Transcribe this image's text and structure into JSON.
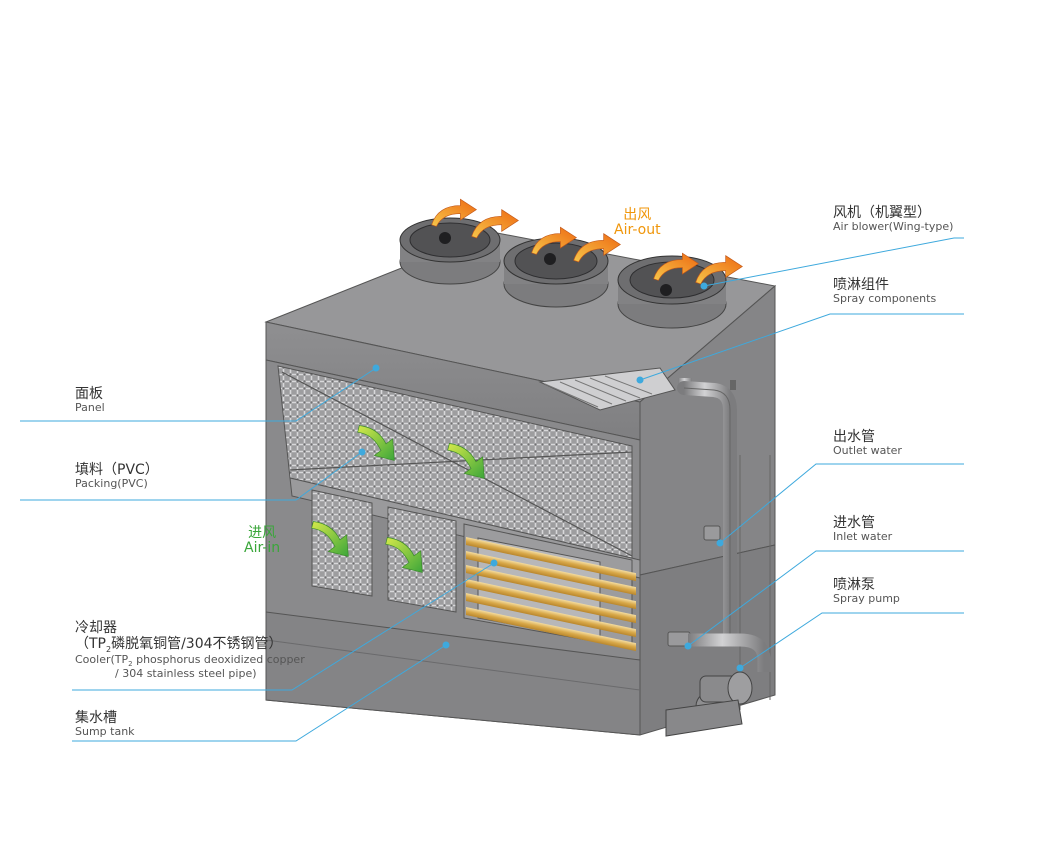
{
  "colors": {
    "leader": "#3ea9dd",
    "air_out": "#f0960a",
    "air_in": "#3aa63a",
    "body": "#8d8d8f",
    "packing": "#a9a9ab",
    "coil": "#d9a94a"
  },
  "flows": {
    "air_out": {
      "zh": "出风",
      "en": "Air-out"
    },
    "air_in": {
      "zh": "进风",
      "en": "Air-in"
    }
  },
  "labels": {
    "air_blower": {
      "zh": "风机（机翼型）",
      "en": "Air blower(Wing-type)"
    },
    "spray_components": {
      "zh": "喷淋组件",
      "en": "Spray components"
    },
    "outlet_water": {
      "zh": "出水管",
      "en": "Outlet water"
    },
    "inlet_water": {
      "zh": "进水管",
      "en": "Inlet water"
    },
    "spray_pump": {
      "zh": "喷淋泵",
      "en": "Spray pump"
    },
    "panel": {
      "zh": "面板",
      "en": "Panel"
    },
    "packing": {
      "zh": "填料（PVC）",
      "en": "Packing(PVC)"
    },
    "cooler": {
      "zh_line1": "冷却器",
      "zh_line2_pre": "（TP",
      "zh_line2_sub": "2",
      "zh_line2_post": "磷脱氧铜管/304不锈钢管）",
      "en_line1_pre": "Cooler(TP",
      "en_line1_sub": "2",
      "en_line1_post": " phosphorus deoxidized copper",
      "en_line2": "/ 304 stainless steel pipe)"
    },
    "sump_tank": {
      "zh": "集水槽",
      "en": "Sump tank"
    }
  }
}
